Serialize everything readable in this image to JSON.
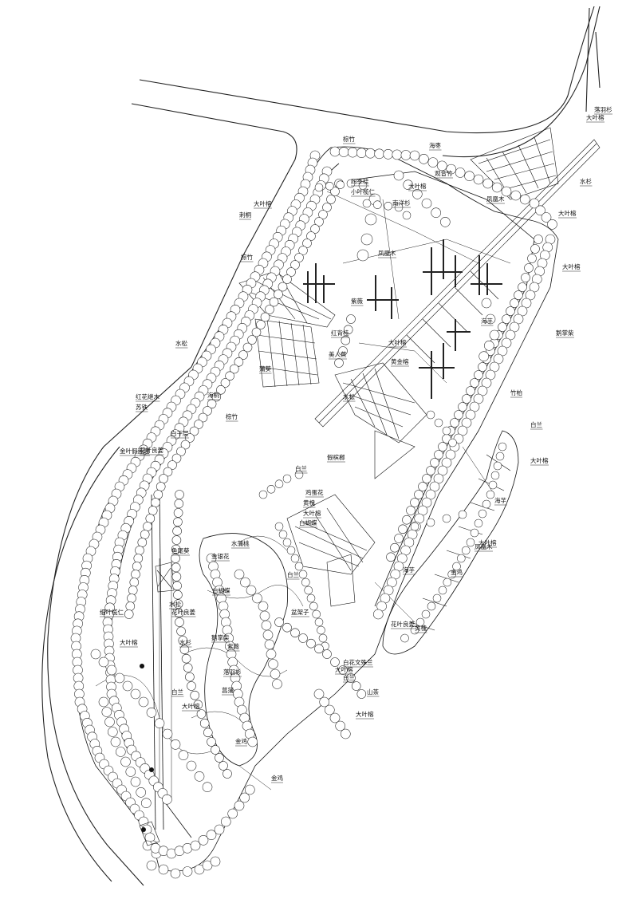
{
  "labels": [
    "大叶榕",
    "落羽杉",
    "水杉",
    "海枣",
    "棕竹",
    "大叶榕",
    "南洋杉",
    "凤凰木",
    "刺桐",
    "大叶榕",
    "棕竹",
    "大叶榕",
    "凤凰木",
    "观音竹",
    "小叶榄仁",
    "四季桂",
    "大叶榕",
    "水松",
    "红花继木",
    "苏铁",
    "紫薇",
    "红背桂",
    "黄金榕",
    "鹅掌柴",
    "白兰",
    "大叶榕",
    "海芋",
    "大叶榕",
    "美人蕉",
    "花叶良姜",
    "金叶假连翘",
    "竹柏",
    "棕竹",
    "白千层",
    "水松",
    "蒲葵",
    "海桐",
    "假槟榔",
    "白兰",
    "鸡蛋花",
    "大叶榕",
    "黄槐",
    "白蝴蝶",
    "水蒲桃",
    "金银花",
    "细叶榄仁",
    "大叶榕",
    "鱼尾葵",
    "白蝴蝶",
    "鹅掌柴",
    "水松",
    "花叶良姜",
    "海芋",
    "白兰",
    "盆架子",
    "水杉",
    "落羽杉",
    "菖蒲",
    "紫薇",
    "大叶榕",
    "白兰",
    "白花文殊兰",
    "大叶榕",
    "白兰",
    "大叶榕",
    "金鸡",
    "金鸡",
    "金鸡",
    "凤凰木",
    "大叶榕",
    "海芋",
    "黄槐",
    "花叶良姜",
    "山茶"
  ]
}
